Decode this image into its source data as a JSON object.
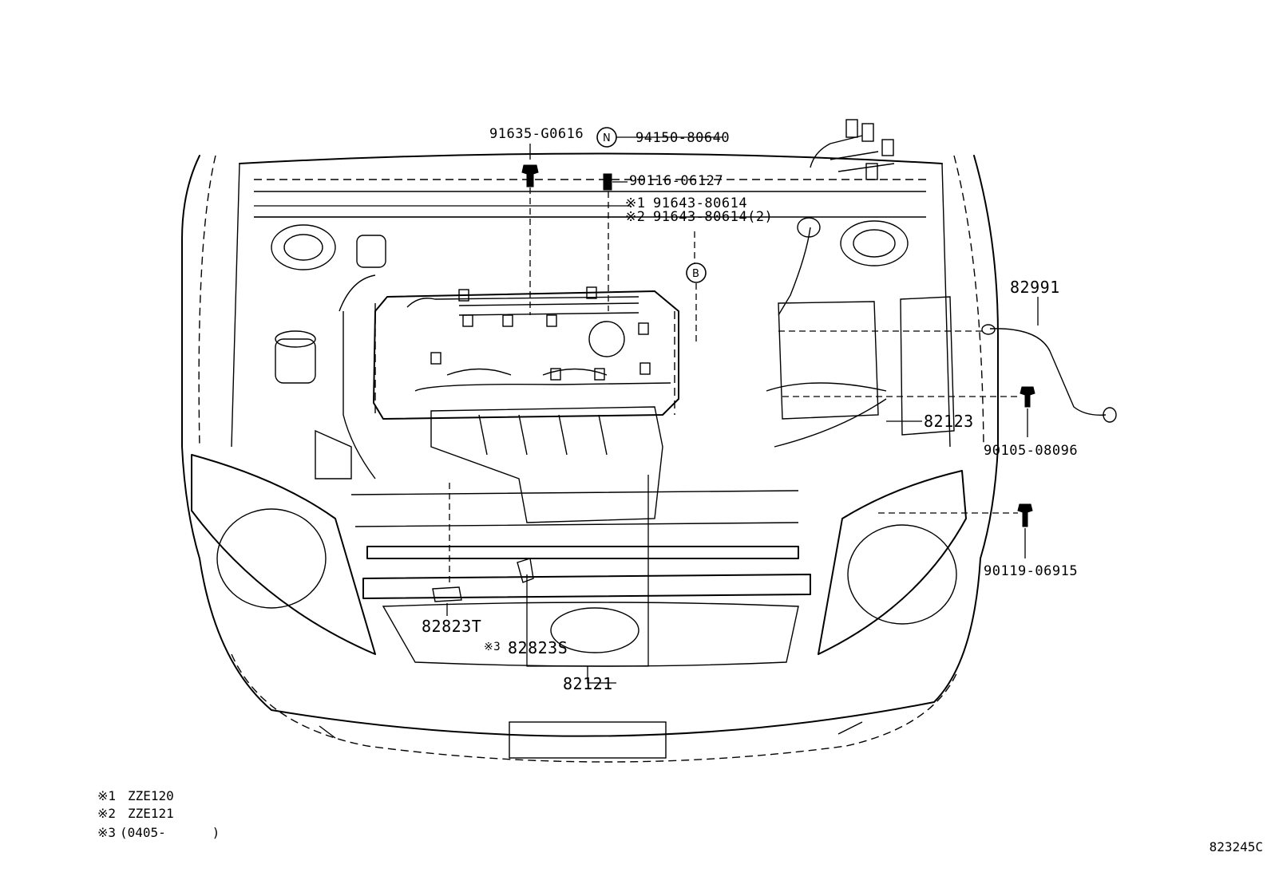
{
  "parts": {
    "p91635": "91635-G0616",
    "p94150": "94150-80640",
    "p90116": "90116-06127",
    "p91643a_mark": "※1",
    "p91643a": "91643-80614",
    "p91643b_mark": "※2",
    "p91643b": "91643-80614(2)",
    "p82991": "82991",
    "p82123": "82123",
    "p90105": "90105-08096",
    "p90119": "90119-06915",
    "p82823T": "82823T",
    "p82823S_mark": "※3",
    "p82823S": "82823S",
    "p82121": "82121"
  },
  "callouts": {
    "n_marker": "N",
    "b_marker": "B"
  },
  "notes": [
    {
      "mark": "※1",
      "text": "ZZE120"
    },
    {
      "mark": "※2",
      "text": "ZZE121"
    },
    {
      "mark": "※3",
      "text": "(0405-      )"
    }
  ],
  "figure_ref": "823245C"
}
